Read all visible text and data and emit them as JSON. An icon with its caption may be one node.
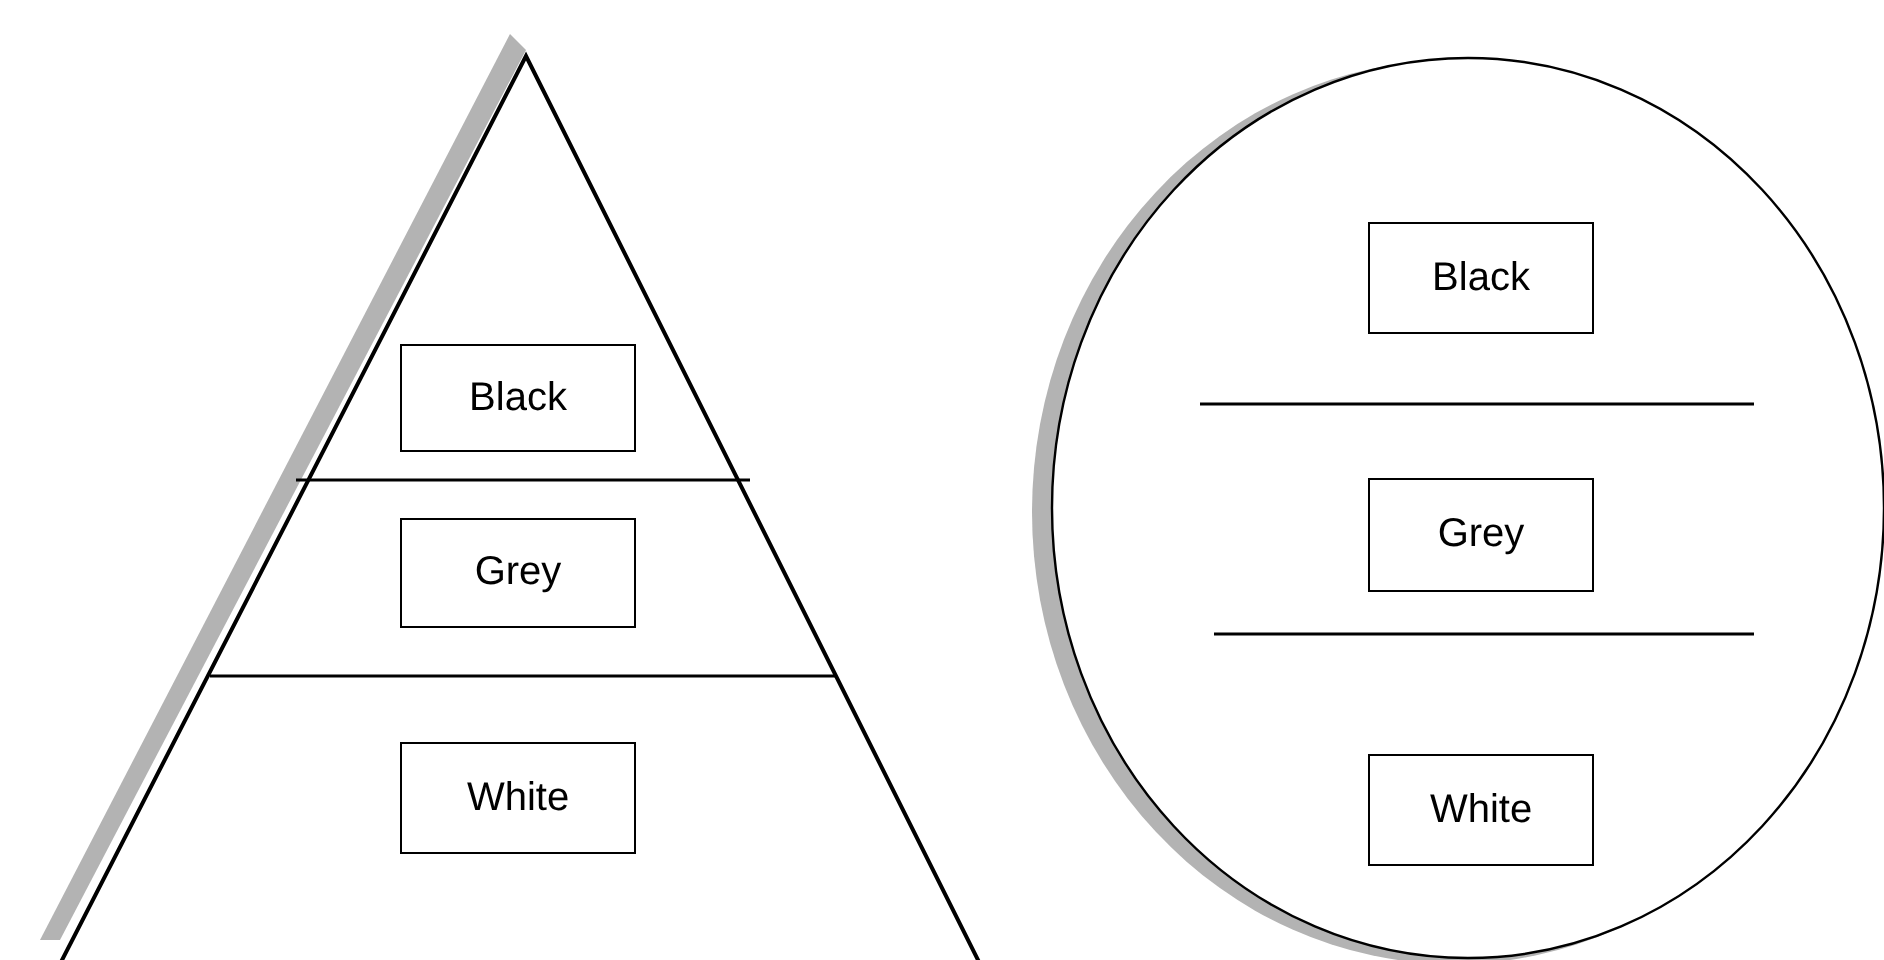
{
  "diagram": {
    "nodes": [
      {
        "text": [],
        "shape": "triangle"
      },
      {
        "text": [
          "Black"
        ],
        "in": 0
      },
      {
        "text": [
          "Grey"
        ],
        "in": 0
      },
      {
        "text": [
          "White"
        ],
        "in": 0
      },
      {
        "text": [],
        "shape": "circle"
      },
      {
        "text": [
          "Black"
        ],
        "in": 4
      },
      {
        "text": [
          "Grey"
        ],
        "in": 4
      },
      {
        "text": [
          "White"
        ],
        "in": 4
      }
    ]
  }
}
